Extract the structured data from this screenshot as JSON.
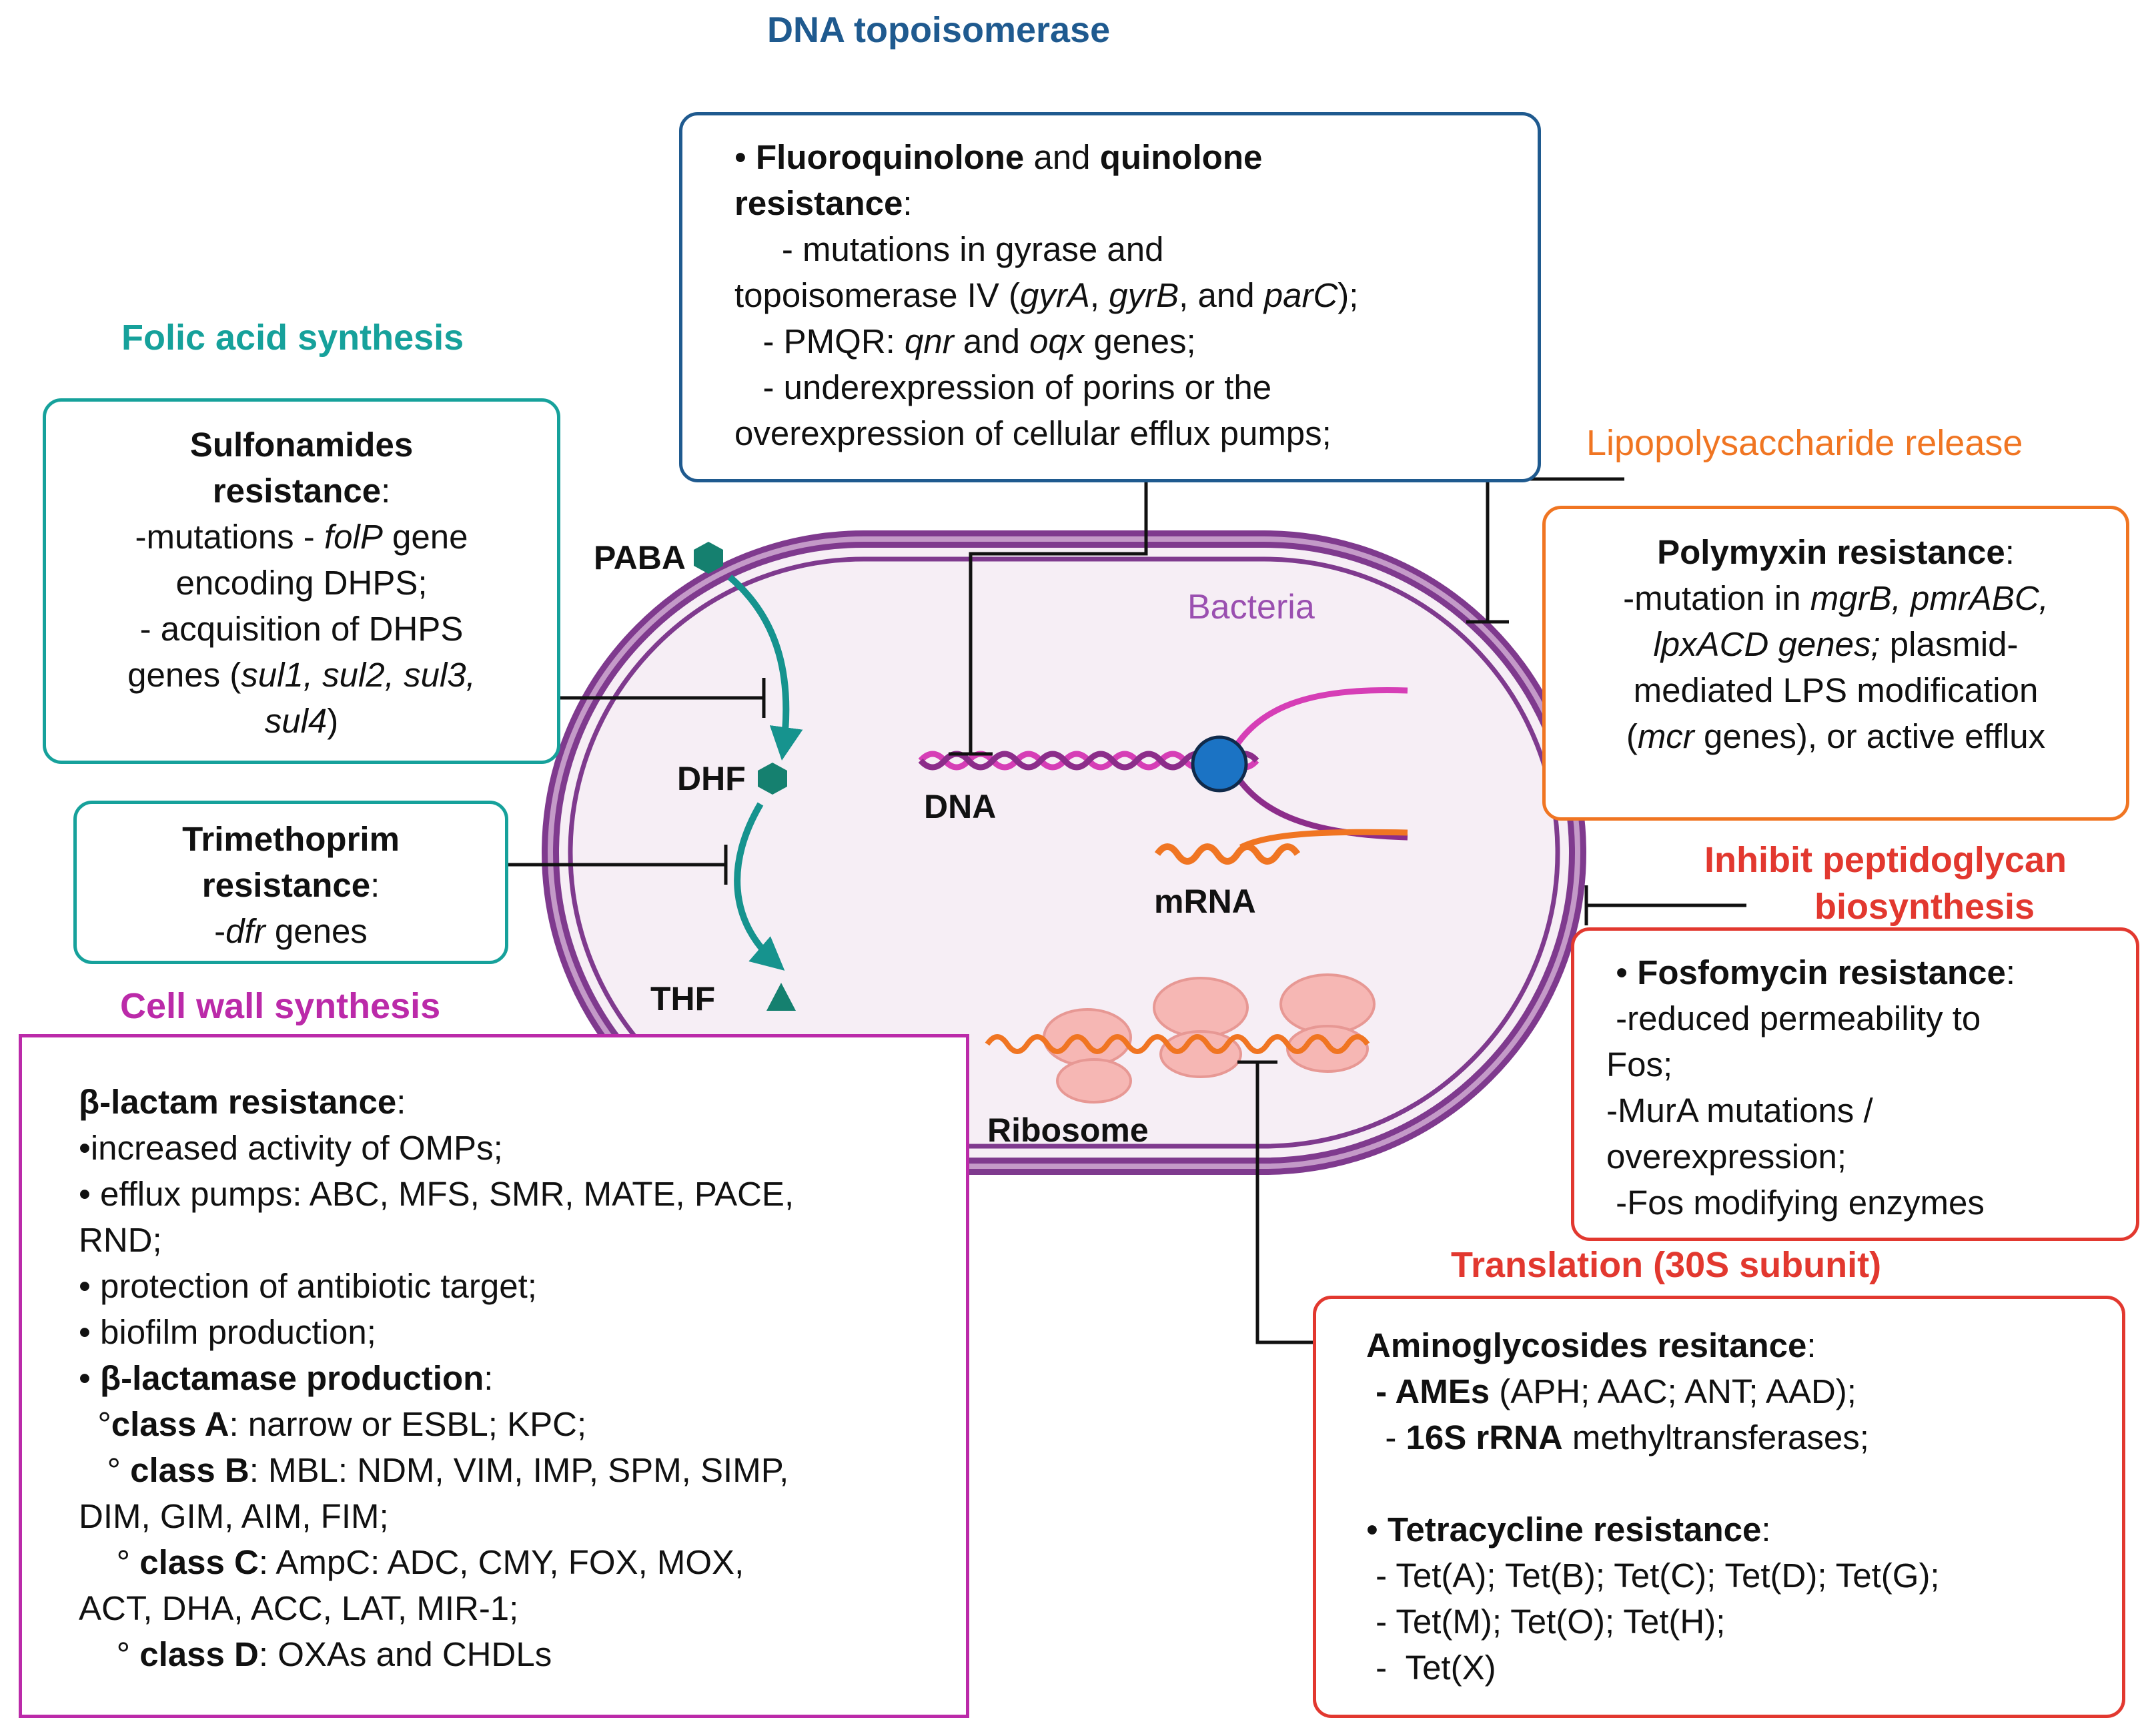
{
  "colors": {
    "navy": "#1f5a8f",
    "teal": "#16a19b",
    "orange": "#f07522",
    "red": "#e2382f",
    "magenta": "#bb2aa9",
    "purple_label": "#9a4fb0",
    "cell_wall": "#7f3a8e",
    "cell_fill": "#f6eef5",
    "arrow_teal": "#16938e",
    "molecule": "#15806f",
    "dna_pink": "#d63eb6",
    "dna_purple": "#8c2d8a",
    "mrna_orange": "#f07522",
    "ribosome": "#f6b7b4",
    "dna_node": "#1b73c4"
  },
  "headings": {
    "topo": "DNA topoisomerase",
    "folic": "Folic acid synthesis",
    "lps": "Lipopolysaccharide release",
    "pepti_1": "Inhibit peptidoglycan",
    "pepti_2": "biosynthesis",
    "cellwall": "Cell wall synthesis",
    "translation": "Translation (30S subunit)",
    "bacteria": "Bacteria"
  },
  "cell_labels": {
    "paba": "PABA",
    "dhf": "DHF",
    "thf": "THF",
    "dna": "DNA",
    "mrna": "mRNA",
    "ribosome": "Ribosome"
  },
  "boxes": {
    "fluoro": [
      [
        {
          "t": "• ",
          "s": "n"
        },
        {
          "t": "Fluoroquinolone",
          "s": "b"
        },
        {
          "t": " and ",
          "s": "n"
        },
        {
          "t": "quinolone",
          "s": "b"
        }
      ],
      [
        {
          "t": "resistance",
          "s": "b"
        },
        {
          "t": ":",
          "s": "n"
        }
      ],
      [
        {
          "t": "     - mutations in gyrase and",
          "s": "n"
        }
      ],
      [
        {
          "t": "topoisomerase IV (",
          "s": "n"
        },
        {
          "t": "gyrA",
          "s": "i"
        },
        {
          "t": ", ",
          "s": "n"
        },
        {
          "t": "gyrB",
          "s": "i"
        },
        {
          "t": ", and ",
          "s": "n"
        },
        {
          "t": "parC",
          "s": "i"
        },
        {
          "t": ");",
          "s": "n"
        }
      ],
      [
        {
          "t": "   - PMQR: ",
          "s": "n"
        },
        {
          "t": "qnr",
          "s": "i"
        },
        {
          "t": " and ",
          "s": "n"
        },
        {
          "t": "oqx",
          "s": "i"
        },
        {
          "t": " genes;",
          "s": "n"
        }
      ],
      [
        {
          "t": "   - underexpression of porins or the",
          "s": "n"
        }
      ],
      [
        {
          "t": "overexpression of cellular efflux pumps;",
          "s": "n"
        }
      ]
    ],
    "sulfa": [
      [
        {
          "t": "Sulfonamides",
          "s": "b"
        }
      ],
      [
        {
          "t": "resistance",
          "s": "b"
        },
        {
          "t": ":",
          "s": "n"
        }
      ],
      [
        {
          "t": "-mutations - ",
          "s": "n"
        },
        {
          "t": "folP",
          "s": "i"
        },
        {
          "t": " gene",
          "s": "n"
        }
      ],
      [
        {
          "t": "encoding DHPS;",
          "s": "n"
        }
      ],
      [
        {
          "t": "- acquisition of DHPS",
          "s": "n"
        }
      ],
      [
        {
          "t": "genes (",
          "s": "n"
        },
        {
          "t": "sul1, sul2, sul3,",
          "s": "i"
        }
      ],
      [
        {
          "t": "sul4",
          "s": "i"
        },
        {
          "t": ")",
          "s": "n"
        }
      ]
    ],
    "trimeth": [
      [
        {
          "t": "Trimethoprim",
          "s": "b"
        }
      ],
      [
        {
          "t": "resistance",
          "s": "b"
        },
        {
          "t": ":",
          "s": "n"
        }
      ],
      [
        {
          "t": "-",
          "s": "n"
        },
        {
          "t": "dfr",
          "s": "i"
        },
        {
          "t": " genes",
          "s": "n"
        }
      ]
    ],
    "polymyxin": [
      [
        {
          "t": "Polymyxin resistance",
          "s": "b"
        },
        {
          "t": ":",
          "s": "n"
        }
      ],
      [
        {
          "t": "-mutation in ",
          "s": "n"
        },
        {
          "t": "mgrB, pmrABC,",
          "s": "i"
        }
      ],
      [
        {
          "t": "lpxACD genes;",
          "s": "i"
        },
        {
          "t": " plasmid-",
          "s": "n"
        }
      ],
      [
        {
          "t": "mediated LPS modification",
          "s": "n"
        }
      ],
      [
        {
          "t": "(",
          "s": "n"
        },
        {
          "t": "mcr",
          "s": "i"
        },
        {
          "t": " genes), or active efflux",
          "s": "n"
        }
      ]
    ],
    "fosfo": [
      [
        {
          "t": " • ",
          "s": "n"
        },
        {
          "t": "Fosfomycin resistance",
          "s": "b"
        },
        {
          "t": ":",
          "s": "n"
        }
      ],
      [
        {
          "t": " -reduced permeability to",
          "s": "n"
        }
      ],
      [
        {
          "t": "Fos;",
          "s": "n"
        }
      ],
      [
        {
          "t": "-MurA mutations /",
          "s": "n"
        }
      ],
      [
        {
          "t": "overexpression;",
          "s": "n"
        }
      ],
      [
        {
          "t": " -Fos modifying enzymes",
          "s": "n"
        }
      ]
    ],
    "betalactam": [
      [
        {
          "t": "β-lactam resistance",
          "s": "b"
        },
        {
          "t": ":",
          "s": "n"
        }
      ],
      [
        {
          "t": "•increased activity of OMPs;",
          "s": "n"
        }
      ],
      [
        {
          "t": "• efflux pumps: ABC, MFS, SMR, MATE, PACE,",
          "s": "n"
        }
      ],
      [
        {
          "t": "RND;",
          "s": "n"
        }
      ],
      [
        {
          "t": "• protection of antibiotic target;",
          "s": "n"
        }
      ],
      [
        {
          "t": "• biofilm production;",
          "s": "n"
        }
      ],
      [
        {
          "t": "• ",
          "s": "n"
        },
        {
          "t": "β-lactamase production",
          "s": "b"
        },
        {
          "t": ":",
          "s": "n"
        }
      ],
      [
        {
          "t": "  °",
          "s": "n"
        },
        {
          "t": "class A",
          "s": "b"
        },
        {
          "t": ": narrow or ESBL; KPC;",
          "s": "n"
        }
      ],
      [
        {
          "t": "   ° ",
          "s": "n"
        },
        {
          "t": "class B",
          "s": "b"
        },
        {
          "t": ": MBL: NDM, VIM, IMP, SPM, SIMP,",
          "s": "n"
        }
      ],
      [
        {
          "t": "DIM, GIM, AIM, FIM;",
          "s": "n"
        }
      ],
      [
        {
          "t": "    ° ",
          "s": "n"
        },
        {
          "t": "class C",
          "s": "b"
        },
        {
          "t": ": AmpC: ADC, CMY, FOX, MOX,",
          "s": "n"
        }
      ],
      [
        {
          "t": "ACT, DHA, ACC, LAT, MIR-1;",
          "s": "n"
        }
      ],
      [
        {
          "t": "    ° ",
          "s": "n"
        },
        {
          "t": "class D",
          "s": "b"
        },
        {
          "t": ": OXAs and CHDLs",
          "s": "n"
        }
      ]
    ],
    "amino": [
      [
        {
          "t": "Aminoglycosides resitance",
          "s": "b"
        },
        {
          "t": ":",
          "s": "n"
        }
      ],
      [
        {
          "t": " - AMEs",
          "s": "b"
        },
        {
          "t": " (APH; AAC; ANT; AAD);",
          "s": "n"
        }
      ],
      [
        {
          "t": "  - ",
          "s": "n"
        },
        {
          "t": "16S rRNA",
          "s": "b"
        },
        {
          "t": " methyltransferases;",
          "s": "n"
        }
      ],
      [
        {
          "t": " ",
          "s": "n"
        }
      ],
      [
        {
          "t": "• ",
          "s": "n"
        },
        {
          "t": "Tetracycline resistance",
          "s": "b"
        },
        {
          "t": ":",
          "s": "n"
        }
      ],
      [
        {
          "t": " - Tet(A); Tet(B); Tet(C); Tet(D); Tet(G);",
          "s": "n"
        }
      ],
      [
        {
          "t": " - Tet(M); Tet(O); Tet(H);",
          "s": "n"
        }
      ],
      [
        {
          "t": " -  Tet(X)",
          "s": "n"
        }
      ]
    ]
  }
}
